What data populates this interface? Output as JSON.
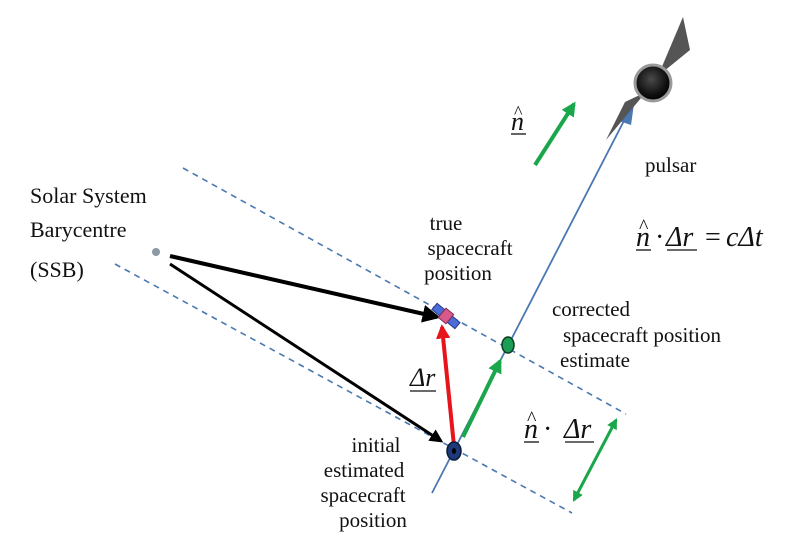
{
  "labels": {
    "ssb_line1": "Solar System",
    "ssb_line2": "Barycentre",
    "ssb_line3": "(SSB)",
    "true_line1": "true",
    "true_line2": "spacecraft",
    "true_line3": "position",
    "corrected_line1": "corrected",
    "corrected_line2": "spacecraft position",
    "corrected_line3": "estimate",
    "initial_line1": "initial",
    "initial_line2": "estimated",
    "initial_line3": "spacecraft",
    "initial_line4": "position",
    "pulsar": "pulsar"
  },
  "math": {
    "n_hat": "n",
    "hat": "^",
    "delta_r": "Δr",
    "dot": "·",
    "equals": "=",
    "c_delta_t": "cΔt"
  },
  "colors": {
    "ssb_arrows": "#000000",
    "delta_r_arrow": "#e8141c",
    "n_arrows": "#1aa64b",
    "dashed_planes": "#4a78b0",
    "pulsar_line": "#4a78b0",
    "corrected_dot": "#1a9e55",
    "initial_dot": "#1f3a7a",
    "pulsar_beams": "#555555"
  }
}
